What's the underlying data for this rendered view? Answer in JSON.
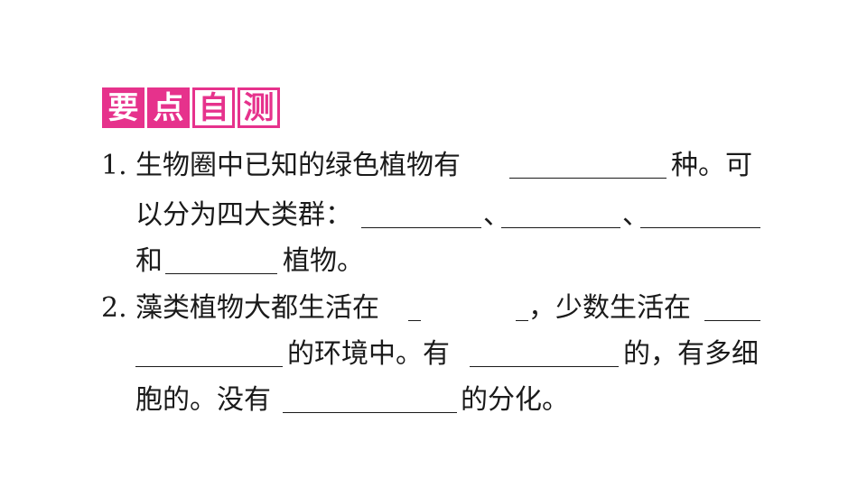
{
  "header": {
    "badge_chars": [
      "要",
      "点",
      "自",
      "测"
    ]
  },
  "questions": [
    {
      "number": "1.",
      "line1_a": "生物圈中已知的绿色植物有",
      "line1_b": "种。可",
      "line2_a": "以分为四大类群：",
      "line2_sep1": "、",
      "line2_sep2": "、",
      "line3_a": "和",
      "line3_b": "植物。"
    },
    {
      "number": "2.",
      "line1_a": "藻类植物大都生活在",
      "line1_b": "，少数生活在",
      "line2_a": "的环境中。有",
      "line2_b": "的，有多细",
      "line3_a": "胞的。没有",
      "line3_b": "的分化。"
    }
  ]
}
